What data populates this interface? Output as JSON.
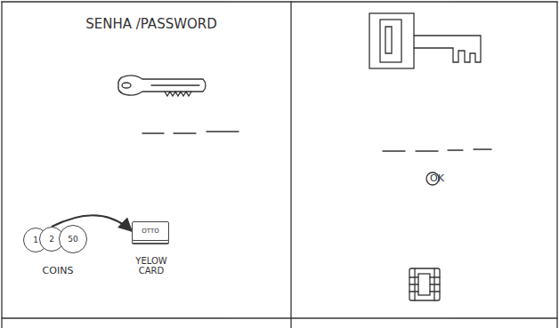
{
  "diagram": {
    "nodes": [
      {
        "text": [
          "1"
        ]
      },
      {
        "text": [
          "2"
        ]
      },
      {
        "text": [
          "50"
        ]
      },
      {
        "text": [
          "OTTO"
        ]
      }
    ],
    "edges": [
      {
        "from": 1,
        "to": 3,
        "arrow": "to"
      }
    ],
    "labels": [
      "SENHA /PASSWORD",
      "COINS",
      "YELOW CARD",
      "OK"
    ]
  }
}
